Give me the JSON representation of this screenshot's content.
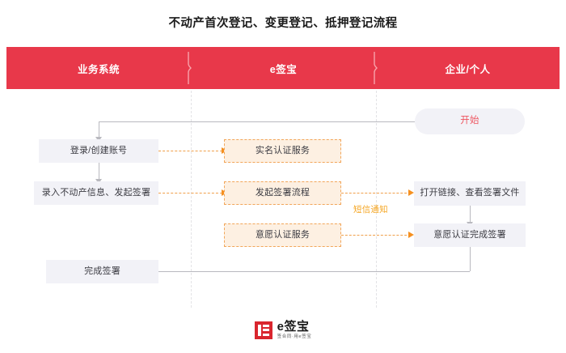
{
  "page": {
    "title": "不动产首次登记、变更登记、抵押登记流程"
  },
  "header": {
    "background_color": "#e8384a",
    "columns": [
      {
        "label": "业务系统"
      },
      {
        "label": "e签宝"
      },
      {
        "label": "企业/个人"
      }
    ],
    "separator_icon": "brace-separator-icon"
  },
  "flow": {
    "start_node": {
      "label": "开始",
      "text_color": "#ee5560",
      "shape": "pill"
    },
    "lane_business": {
      "nodes": [
        {
          "label": "登录/创建账号"
        },
        {
          "label": "录入不动产信息、发起签署"
        },
        {
          "label": "完成签署"
        }
      ]
    },
    "lane_esign": {
      "nodes": [
        {
          "label": "实名认证服务"
        },
        {
          "label": "发起签署流程"
        },
        {
          "label": "意愿认证服务"
        }
      ]
    },
    "lane_user": {
      "nodes": [
        {
          "label": "打开链接、查看签署文件"
        },
        {
          "label": "意愿认证完成签署"
        }
      ]
    },
    "annotations": [
      {
        "label": "短信通知",
        "color": "#f5a623"
      }
    ]
  },
  "footer": {
    "logo_mark": "esign-square-logo-icon",
    "logo_name": "e签宝",
    "logo_tagline": "签合同·用e签宝"
  }
}
